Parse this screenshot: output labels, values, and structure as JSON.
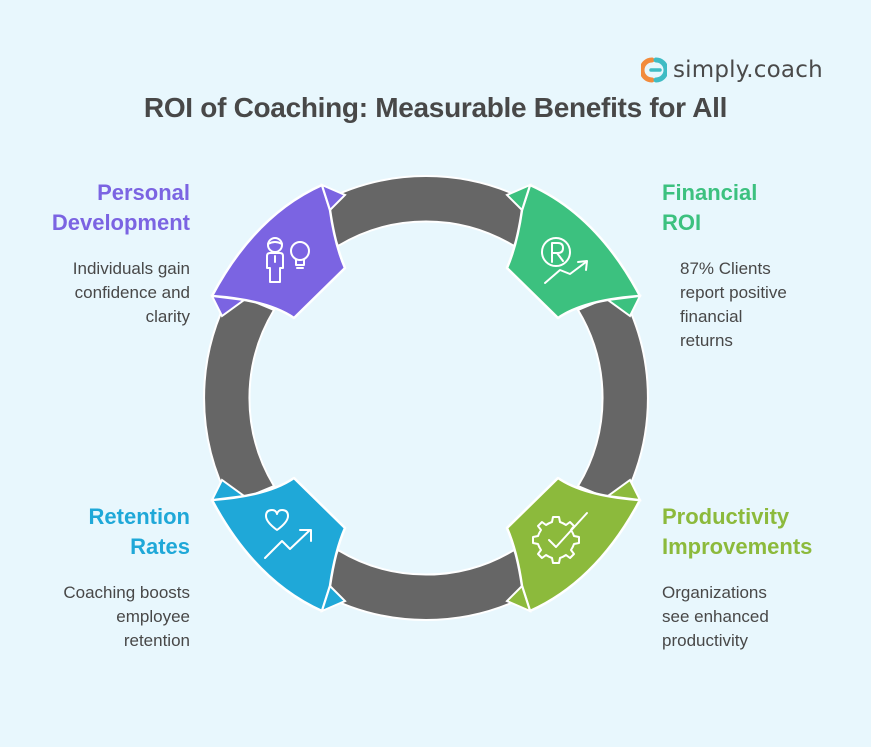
{
  "brand": {
    "name": "simply.coach",
    "logo_icon": "simply-coach-logo-icon",
    "logo_colors": [
      "#f28b3c",
      "#3fbcc4"
    ]
  },
  "title": "ROI of Coaching: Measurable Benefits for All",
  "colors": {
    "background": "#e8f7fd",
    "ring": "#666666",
    "personal": "#7b64e2",
    "financial": "#3cc17f",
    "retention": "#1fa8d8",
    "productivity": "#8cba3c",
    "text": "#484848"
  },
  "segments": [
    {
      "id": "personal",
      "title_line1": "Personal",
      "title_line2": "Development",
      "desc_lines": [
        "Individuals gain",
        "confidence and",
        "clarity"
      ],
      "icon": "person-lightbulb-icon",
      "color": "#7b64e2",
      "position": "top-left"
    },
    {
      "id": "financial",
      "title_line1": "Financial",
      "title_line2": "ROI",
      "desc_lines": [
        "87% Clients",
        "report positive",
        "financial",
        "returns"
      ],
      "icon": "currency-growth-icon",
      "color": "#3cc17f",
      "position": "top-right"
    },
    {
      "id": "retention",
      "title_line1": "Retention",
      "title_line2": "Rates",
      "desc_lines": [
        "Coaching boosts",
        "employee",
        "retention"
      ],
      "icon": "heart-trend-up-icon",
      "color": "#1fa8d8",
      "position": "bottom-left"
    },
    {
      "id": "productivity",
      "title_line1": "Productivity",
      "title_line2": "Improvements",
      "desc_lines": [
        "Organizations",
        "see enhanced",
        "productivity"
      ],
      "icon": "gear-check-icon",
      "color": "#8cba3c",
      "position": "bottom-right"
    }
  ]
}
